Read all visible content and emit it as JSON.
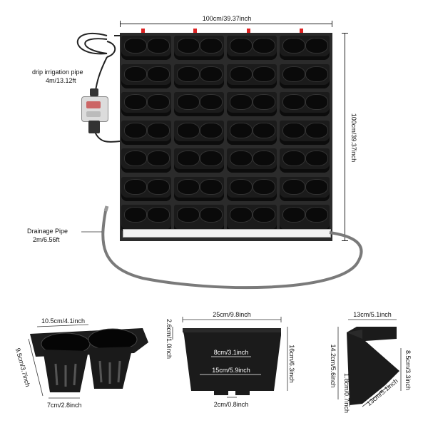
{
  "main_product": {
    "width_label": "100cm/39.37inch",
    "height_label": "100cm/39.37inch",
    "drip_pipe_label": "drip irrigation pipe",
    "drip_pipe_length": "4m/13.12ft",
    "drainage_pipe_label": "Drainage Pipe",
    "drainage_pipe_length": "2m/6.56ft",
    "rows": 7,
    "columns": 4
  },
  "pot_detail": {
    "top_width": "10.5cm/4.1inch",
    "height": "9.5cm/3.7inch",
    "bottom_width": "7cm/2.8inch"
  },
  "tray_detail": {
    "width": "25cm/9.8inch",
    "left_height": "2.6cm/1.0inch",
    "right_height": "16cm/6.3inch",
    "inner_top": "8cm/3.1inch",
    "inner_middle": "15cm/5.9inch",
    "bottom_gap": "2cm/0.8inch"
  },
  "bracket_detail": {
    "width": "13cm/5.1inch",
    "height": "14.2cm/5.6inch",
    "thickness": "1.8cm/0.7inch",
    "right_height": "8.5cm/3.3inch",
    "diagonal": "13cm/5.1inch"
  },
  "colors": {
    "pot": "#1b1b1b",
    "frame": "#2b2b2b",
    "hose": "#7a7a7a",
    "timer": "#dcdcdc"
  }
}
